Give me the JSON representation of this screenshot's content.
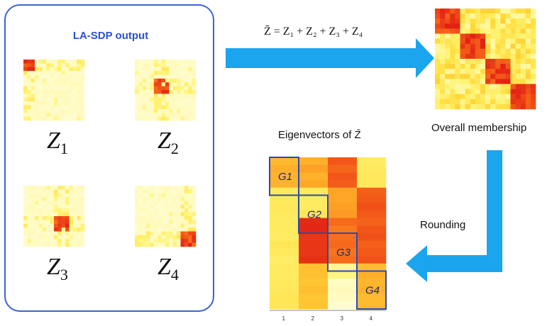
{
  "panel": {
    "title": "LA-SDP output"
  },
  "matrices": [
    {
      "label": "Z",
      "sub": "1"
    },
    {
      "label": "Z",
      "sub": "2"
    },
    {
      "label": "Z",
      "sub": "3"
    },
    {
      "label": "Z",
      "sub": "4"
    }
  ],
  "formula": "Z̄ = Z₁ + Z₂ + Z₃ + Z₄",
  "overall_label": "Overall membership",
  "eigen_title": "Eigenvectors of Z̄",
  "rounding_label": "Rounding",
  "groups": [
    "G1",
    "G2",
    "G3",
    "G4"
  ],
  "eigen_ticks": [
    "1",
    "2",
    "3",
    "4"
  ],
  "colors": {
    "panel_border": "#3e63d4",
    "title_blue": "#2b4fd6",
    "arrow": "#1aa5ee",
    "group_box": "#2a4bb0"
  }
}
